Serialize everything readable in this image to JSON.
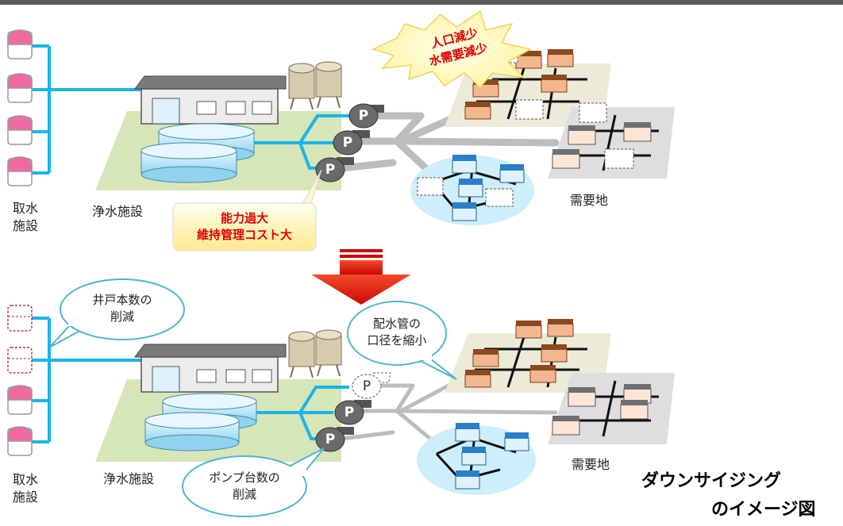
{
  "top": {
    "intake_label_1": "取水",
    "intake_label_2": "施設",
    "plant_label": "浄水施設",
    "demand_label": "需要地",
    "burst_line_1": "人口減少",
    "burst_line_2": "水需要減少",
    "alert_line_1": "能力過大",
    "alert_line_2": "維持管理コスト大",
    "pump_letter": "P"
  },
  "bottom": {
    "intake_label_1": "取水",
    "intake_label_2": "施設",
    "plant_label": "浄水施設",
    "demand_label": "需要地",
    "wells_bubble_1": "井戸本数の",
    "wells_bubble_2": "削減",
    "pipe_bubble_1": "配水管の",
    "pipe_bubble_2": "口径を縮小",
    "pump_bubble_1": "ポンプ台数の",
    "pump_bubble_2": "削減",
    "pump_letter": "P"
  },
  "caption": {
    "line_1": "ダウンサイジング",
    "line_2": "のイメージ図"
  },
  "colors": {
    "pipe": "#19b5e8",
    "pipe_gray": "#bdbdbd",
    "intake_pink": "#f06aa0",
    "ground": "#d6e6b8",
    "arrow_red": "#e0120e",
    "building_brown": "#8a4a20",
    "building_gray": "#6f6f6f",
    "building_blue": "#2a7fc8",
    "alert_red": "#e00000"
  }
}
